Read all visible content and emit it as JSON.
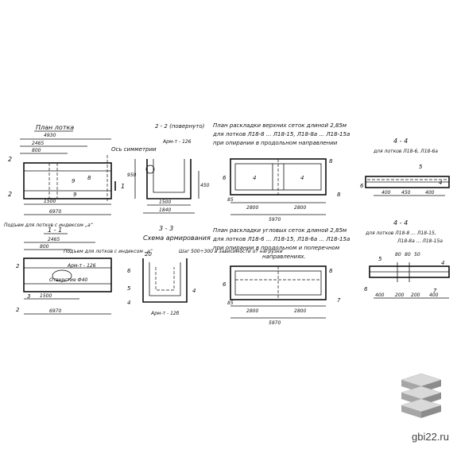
{
  "views": {
    "plan": {
      "title": "План лотка",
      "axis_label": "Ось симметрии",
      "dims": [
        "4930",
        "2465",
        "800",
        "1500",
        "6970"
      ],
      "section_mark": "1",
      "marks": [
        "2",
        "2",
        "9",
        "8",
        "9"
      ],
      "note": "Подъем для лотков с индексом „а“"
    },
    "section_2_2": {
      "title": "2 - 2 (повернуто)",
      "label_arm": "Арм-т - 126",
      "dims_h": [
        "1500",
        "1840"
      ],
      "dims_v": [
        "950",
        "450"
      ]
    },
    "section_1_1": {
      "title": "1 - 1",
      "dims": [
        "2465",
        "800",
        "1500",
        "6970"
      ],
      "marks": [
        "2",
        "3",
        "2"
      ],
      "note_index": "Подъем для лотков с индексом „а“",
      "label_arm": "Арм-т - 126",
      "label_opening": "Отверстие Ф40"
    },
    "section_3_3": {
      "title": "3 - 3",
      "subtitle": "Схема армирования",
      "marks": [
        "20",
        "6",
        "5",
        "4",
        "4"
      ],
      "label_arm": "Арм-т - 12б",
      "note_step": "Шаг 500÷300 в зависимости от нагрузки"
    },
    "plan_top_mesh": {
      "title_lines": [
        "План раскладки верхних сеток длиной 2,85м",
        "для лотков Л18-8 ... Л18-15, Л18-8а ... Л18-15а",
        "при опирании в продольном направлении"
      ],
      "dims": [
        "2800",
        "2800",
        "5970"
      ],
      "marks": [
        "4",
        "4",
        "6",
        "8",
        "8",
        "85"
      ]
    },
    "plan_corner_mesh": {
      "title_lines": [
        "План раскладки угловых сеток длиной 2,85м",
        "для лотков Л18-6 ... Л18-15, Л18-6а ... Л18-15а",
        "при опирании в продольном и поперечном",
        "направлениях."
      ],
      "dims": [
        "2800",
        "2800",
        "5970"
      ],
      "marks": [
        "8",
        "7",
        "6",
        "85"
      ]
    },
    "section_4_4a": {
      "title": "4 - 4",
      "subtitle": "для лотков Л18-6, Л18-6а",
      "dims": [
        "400",
        "450",
        "400"
      ],
      "marks": [
        "6",
        "5",
        "4"
      ]
    },
    "section_4_4b": {
      "title": "4 - 4",
      "subtitle_lines": [
        "для лотков Л18-8 ... Л18-15,",
        "Л18-8а ... Л18-15а"
      ],
      "dims": [
        "400",
        "200",
        "200",
        "400"
      ],
      "marks": [
        "5",
        "6",
        "7",
        "4",
        "80",
        "80",
        "50"
      ]
    }
  },
  "watermark": {
    "text": "gbi22.ru",
    "icon": "stacked-slabs-icon"
  }
}
